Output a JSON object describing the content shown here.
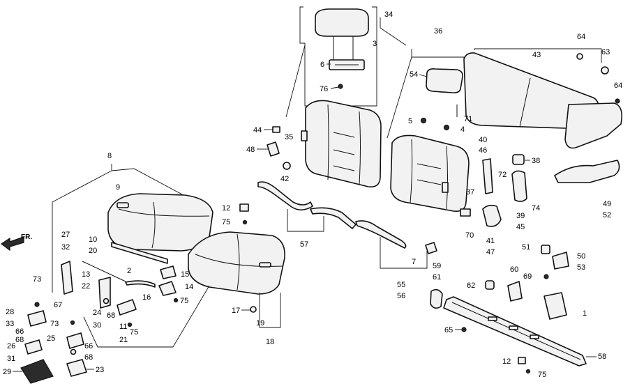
{
  "direction_label": "FR.",
  "callouts": {
    "c34": "34",
    "c3": "3",
    "c6": "6",
    "c76": "76",
    "c36": "36",
    "c54": "54",
    "c64a": "64",
    "c63": "63",
    "c43": "43",
    "c64b": "64",
    "c5": "5",
    "c71": "71",
    "c4": "4",
    "c44": "44",
    "c35": "35",
    "c48": "48",
    "c42": "42",
    "c40": "40",
    "c46": "46",
    "c72": "72",
    "c38": "38",
    "c37": "37",
    "c39": "39",
    "c45": "45",
    "c74": "74",
    "c49": "49",
    "c52": "52",
    "c70": "70",
    "c41": "41",
    "c47": "47",
    "c51": "51",
    "c50": "50",
    "c53": "53",
    "c57": "57",
    "c7": "7",
    "c59": "59",
    "c61": "61",
    "c55": "55",
    "c56": "56",
    "c60": "60",
    "c69": "69",
    "c62": "62",
    "c1": "1",
    "c65": "65",
    "c58": "58",
    "c12b": "12",
    "c75c": "75",
    "c8": "8",
    "c9": "9",
    "c12a": "12",
    "c75a": "75",
    "c10": "10",
    "c20": "20",
    "c27": "27",
    "c32": "32",
    "c13": "13",
    "c22": "22",
    "c2": "2",
    "c15": "15",
    "c16": "16",
    "c14": "14",
    "c75b": "75",
    "c73a": "73",
    "c67": "67",
    "c24": "24",
    "c30": "30",
    "c68a": "68",
    "c11": "11",
    "c21": "21",
    "c75d": "75",
    "c28": "28",
    "c33": "33",
    "c66a": "66",
    "c68b": "68",
    "c73b": "73",
    "c25": "25",
    "c66b": "66",
    "c26": "26",
    "c68c": "68",
    "c31": "31",
    "c29": "29",
    "c23": "23",
    "c17": "17",
    "c19": "19",
    "c18": "18"
  }
}
